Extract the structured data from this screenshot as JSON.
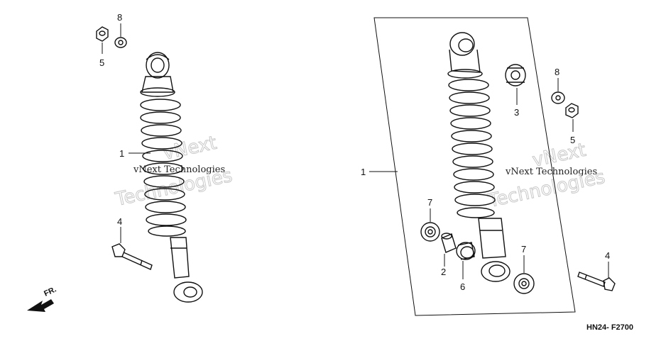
{
  "callouts": {
    "left_spring_label": "1",
    "left_nut_label": "5",
    "left_washer_label": "8",
    "left_bolt_label": "4",
    "right_assembly_label": "1",
    "bushing_label": "3",
    "right_washer_label": "8",
    "right_nut_label": "5",
    "bearing_left_label": "7",
    "collar_label": "2",
    "bearing_center_label": "6",
    "bearing_right_label": "7",
    "right_bolt_label": "4"
  },
  "direction_label": "FR.",
  "diagram_code": "HN24- F2700",
  "watermark": {
    "line1": "vNext",
    "line2": "vNext Technologies",
    "line3": "Technologies"
  },
  "colors": {
    "ink": "#111111",
    "watermark": "#c8c8c8",
    "background": "#ffffff"
  }
}
